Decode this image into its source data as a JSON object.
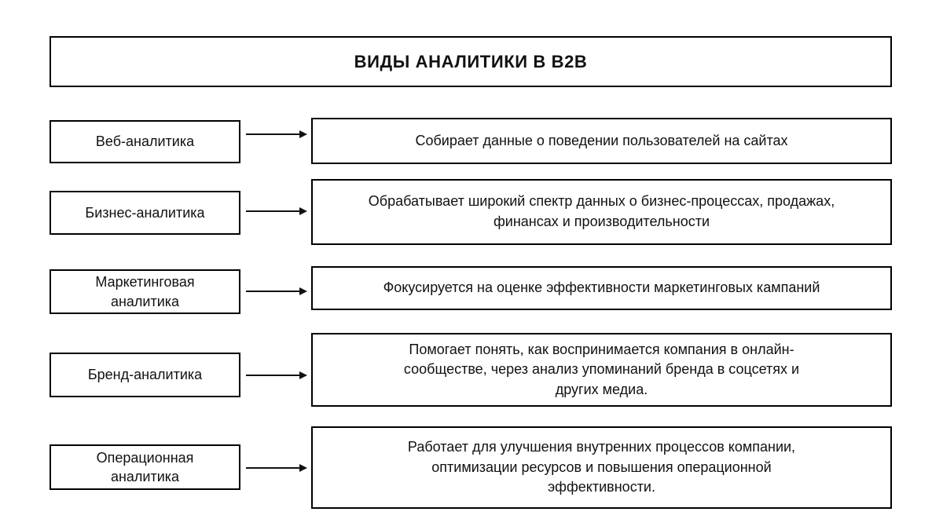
{
  "title": "ВИДЫ АНАЛИТИКИ В B2B",
  "colors": {
    "background": "#ffffff",
    "border": "#000000",
    "text": "#111111"
  },
  "rows": [
    {
      "label": "Веб-аналитика",
      "description": "Собирает данные о поведении пользователей на сайтах"
    },
    {
      "label": "Бизнес-аналитика",
      "description": "Обрабатывает широкий спектр данных о бизнес-процессах, продажах, финансах и производительности"
    },
    {
      "label": "Маркетинговая аналитика",
      "description": "Фокусируется на оценке эффективности маркетинговых кампаний"
    },
    {
      "label": "Бренд-аналитика",
      "description": "Помогает понять, как воспринимается компания в онлайн-сообществе, через анализ упоминаний бренда в соцсетях и других медиа."
    },
    {
      "label": "Операционная аналитика",
      "description": "Работает для улучшения внутренних процессов компании, оптимизации ресурсов и повышения операционной эффективности."
    }
  ]
}
